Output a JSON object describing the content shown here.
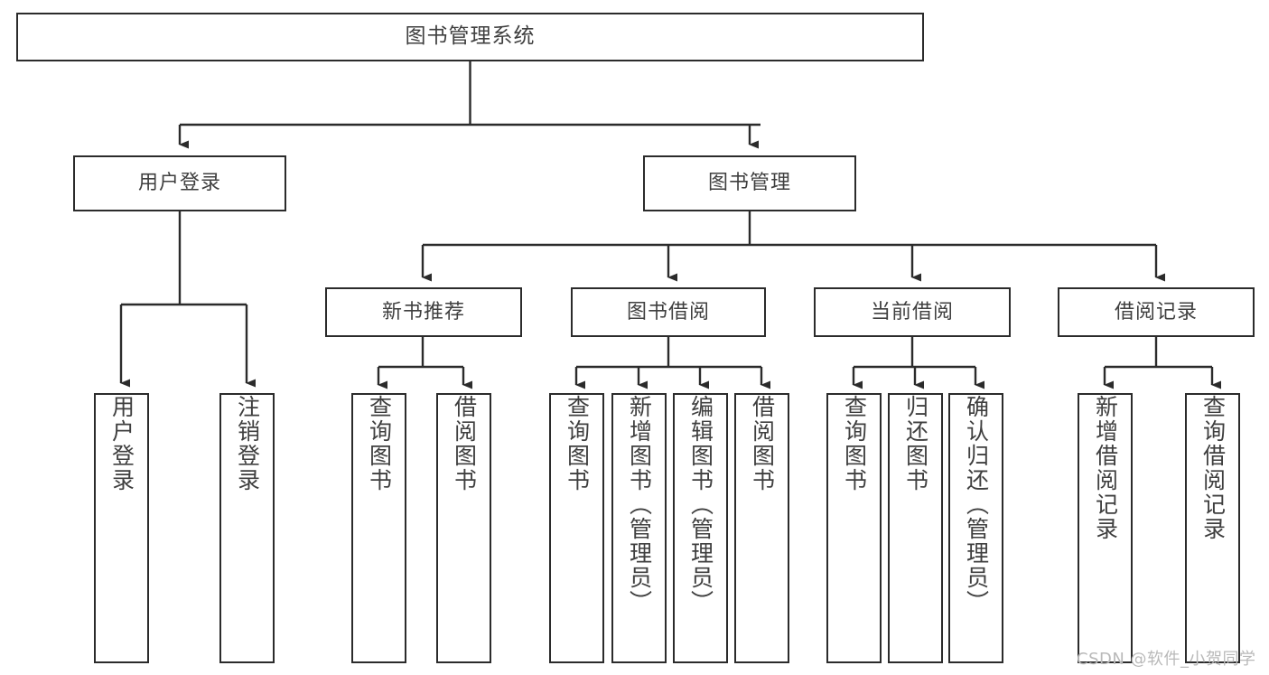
{
  "diagram": {
    "title": "图书管理系统",
    "type": "hierarchy-tree",
    "colors": {
      "box_border": "#2b2b2b",
      "box_fill": "#ffffff",
      "text": "#3f3f3f",
      "edge": "#2b2b2b",
      "watermark": "#b9b9b9"
    },
    "root": {
      "label": "图书管理系统"
    },
    "level2": [
      {
        "label": "用户登录"
      },
      {
        "label": "图书管理"
      }
    ],
    "level3": [
      {
        "label": "新书推荐"
      },
      {
        "label": "图书借阅"
      },
      {
        "label": "当前借阅"
      },
      {
        "label": "借阅记录"
      }
    ],
    "leaves": {
      "user_login": [
        {
          "label": "用户登录"
        },
        {
          "label": "注销登录"
        }
      ],
      "new_book_recommend": [
        {
          "label": "查询图书"
        },
        {
          "label": "借阅图书"
        }
      ],
      "book_borrow": [
        {
          "label": "查询图书"
        },
        {
          "label": "新增图书（管理员）"
        },
        {
          "label": "编辑图书（管理员）"
        },
        {
          "label": "借阅图书"
        }
      ],
      "current_borrow": [
        {
          "label": "查询图书"
        },
        {
          "label": "归还图书"
        },
        {
          "label": "确认归还（管理员）"
        }
      ],
      "borrow_record": [
        {
          "label": "新增借阅记录"
        },
        {
          "label": "查询借阅记录"
        }
      ]
    },
    "watermark": "CSDN @软件_小贺同学"
  }
}
